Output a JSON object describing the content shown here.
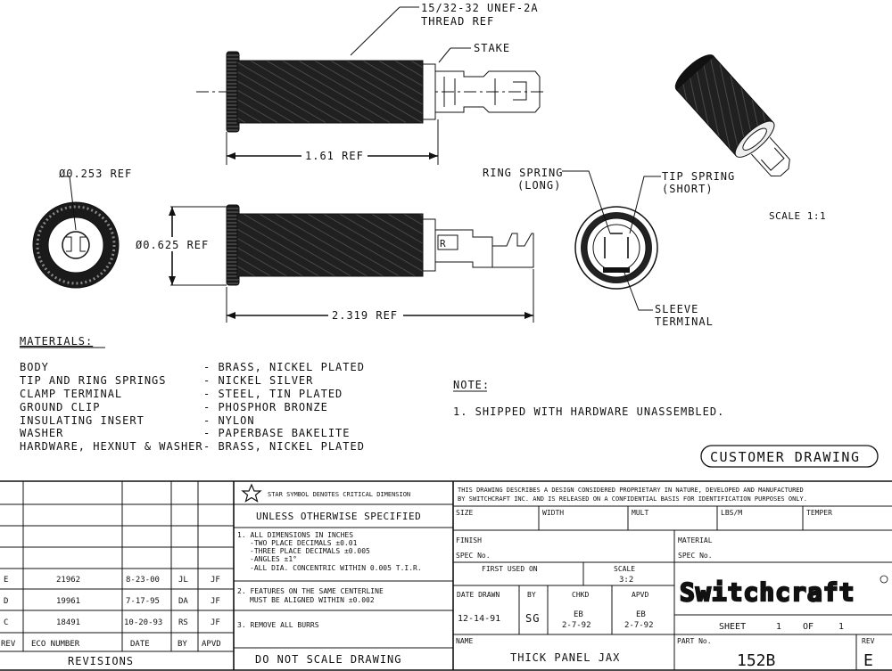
{
  "callouts": {
    "thread_line1": "15/32-32 UNEF-2A",
    "thread_line2": "THREAD REF",
    "stake": "STAKE",
    "len_161": "1.61 REF",
    "dia_253": "Ø0.253 REF",
    "dia_625": "Ø0.625 REF",
    "len_2319": "2.319 REF",
    "ring_spring_1": "RING SPRING",
    "ring_spring_2": "(LONG)",
    "tip_spring_1": "TIP SPRING",
    "tip_spring_2": "(SHORT)",
    "sleeve_1": "SLEEVE",
    "sleeve_2": "TERMINAL",
    "scale": "SCALE  1:1",
    "r_mark": "R"
  },
  "materials": {
    "heading": "MATERIALS:",
    "items": [
      {
        "part": "BODY",
        "material": "- BRASS, NICKEL PLATED"
      },
      {
        "part": "TIP AND RING SPRINGS",
        "material": "- NICKEL SILVER"
      },
      {
        "part": "CLAMP TERMINAL",
        "material": "- STEEL, TIN PLATED"
      },
      {
        "part": "GROUND CLIP",
        "material": "- PHOSPHOR BRONZE"
      },
      {
        "part": "INSULATING INSERT",
        "material": "- NYLON"
      },
      {
        "part": "WASHER",
        "material": "- PAPERBASE BAKELITE"
      },
      {
        "part": "HARDWARE, HEXNUT & WASHER",
        "material": "- BRASS, NICKEL PLATED"
      }
    ]
  },
  "note": {
    "heading": "NOTE:",
    "item1": "1. SHIPPED WITH HARDWARE UNASSEMBLED."
  },
  "customer_drawing": "CUSTOMER DRAWING",
  "revisions": {
    "rows": [
      {
        "rev": "E",
        "eco": "21962",
        "date": "8-23-00",
        "by": "JL",
        "apvd": "JF"
      },
      {
        "rev": "D",
        "eco": "19961",
        "date": "7-17-95",
        "by": "DA",
        "apvd": "JF"
      },
      {
        "rev": "C",
        "eco": "18491",
        "date": "10-20-93",
        "by": "RS",
        "apvd": "JF"
      }
    ],
    "headers": {
      "rev": "REV",
      "eco": "ECO NUMBER",
      "date": "DATE",
      "by": "BY",
      "apvd": "APVD"
    },
    "title": "REVISIONS"
  },
  "spec": {
    "star_note": "STAR SYMBOL DENOTES CRITICAL DIMENSION",
    "unless": "UNLESS OTHERWISE SPECIFIED",
    "l1": "1. ALL DIMENSIONS IN INCHES",
    "l2": "-TWO PLACE DECIMALS     ±0.01",
    "l3": "-THREE PLACE DECIMALS   ±0.005",
    "l4": "-ANGLES                 ±1°",
    "l5": "-ALL DIA. CONCENTRIC WITHIN 0.005 T.I.R.",
    "l6": "2. FEATURES ON THE SAME CENTERLINE",
    "l7": "MUST BE ALIGNED WITHIN ±0.002",
    "l8": "3. REMOVE ALL BURRS",
    "do_not_scale": "DO NOT SCALE DRAWING"
  },
  "title_block": {
    "proprietary_1": "THIS DRAWING DESCRIBES A DESIGN CONSIDERED PROPRIETARY IN NATURE, DEVELOPED AND MANUFACTURED",
    "proprietary_2": "BY SWITCHCRAFT INC. AND IS RELEASED ON A CONFIDENTIAL BASIS FOR IDENTIFICATION PURPOSES ONLY.",
    "size": "SIZE",
    "width": "WIDTH",
    "mult": "MULT",
    "lbs_m": "LBS/M",
    "temper": "TEMPER",
    "finish": "FINISH",
    "spec_no_1": "SPEC No.",
    "material": "MATERIAL",
    "spec_no_2": "SPEC No.",
    "first_used_on": "FIRST USED ON",
    "scale_label": "SCALE",
    "scale_value": "3:2",
    "date_drawn": "DATE DRAWN",
    "by": "BY",
    "chkd": "CHKD",
    "apvd": "APVD",
    "date_drawn_value": "12-14-91",
    "by_value": "SG",
    "chkd_value_1": "EB",
    "chkd_value_2": "2-7-92",
    "apvd_value_1": "EB",
    "apvd_value_2": "2-7-92",
    "brand": "Switchcraft",
    "sheet": "SHEET",
    "sheet_num": "1",
    "of": "OF",
    "sheet_total": "1",
    "name_label": "NAME",
    "name_value": "THICK PANEL JAX",
    "part_label": "PART No.",
    "part_value": "152B",
    "rev_label": "REV",
    "rev_value": "E"
  }
}
